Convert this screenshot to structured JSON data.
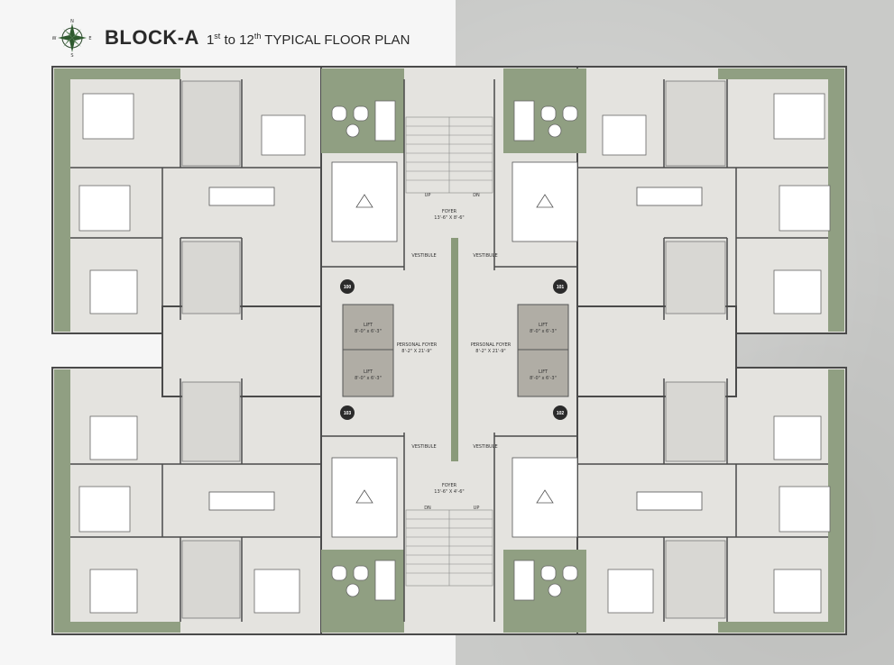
{
  "header": {
    "block": "BLOCK-A",
    "floor_from": "1",
    "floor_from_suffix": "st",
    "floor_to_pre": " to 12",
    "floor_to_suffix": "th",
    "plan_title": " TYPICAL FLOOR PLAN"
  },
  "compass": {
    "n": "N",
    "s": "S",
    "e": "E",
    "w": "W"
  },
  "units": {
    "u100": "100",
    "u101": "101",
    "u102": "102",
    "u103": "103"
  },
  "core": {
    "foyer_top": "FOYER",
    "foyer_top_dim": "13'-6\" X 8'-6\"",
    "foyer_bottom": "FOYER",
    "foyer_bottom_dim": "13'-6\" X 4'-6\"",
    "up": "UP",
    "dn": "DN",
    "vestibule": "VESTIBULE",
    "personal_foyer": "PERSONAL FOYER",
    "personal_foyer_left_dim": "8'-2\" X 21'-9\"",
    "personal_foyer_right_dim": "8'-2\" X 21'-9\"",
    "lift": "LIFT",
    "lift_dim": "8'-0\" x 6'-3\""
  },
  "colors": {
    "green": "#909f82",
    "room": "#e4e3df",
    "wall": "#4a4a4a",
    "lift": "#b0ada5",
    "badge": "#2b2b2b"
  }
}
